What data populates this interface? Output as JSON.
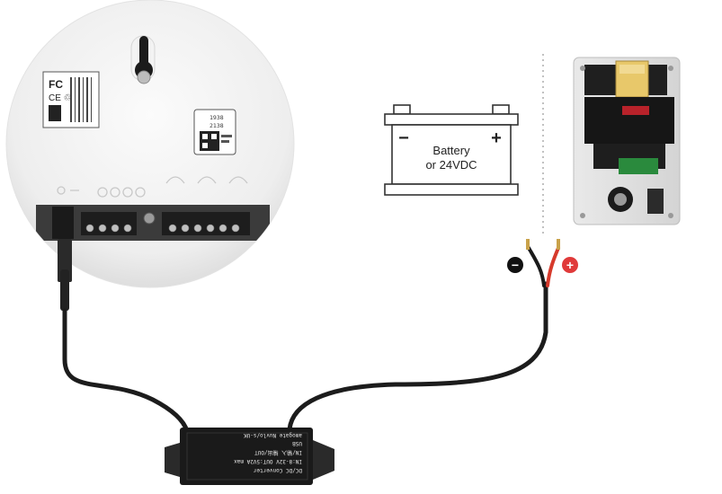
{
  "battery": {
    "line1": "Battery",
    "line2": "or 24VDC",
    "minus": "−",
    "plus": "+"
  },
  "terminals": {
    "negative": "−",
    "positive": "+"
  },
  "hub_device": {
    "code_top": "1938",
    "code_bottom": "2138"
  },
  "converter": {
    "line1": "DC/DC Converter",
    "line2": "IN:8-32V  OUT:5V2A max",
    "line3": "IN/输入   输出/OUT",
    "line4": "USB",
    "brand": "amogate  Nuvlo/s-UK"
  },
  "colors": {
    "cable": "#1c1c1c",
    "wire_red": "#d63a2c",
    "negative_badge": "#111111",
    "positive_badge": "#e03a3a",
    "divider": "#a0a0a0"
  }
}
